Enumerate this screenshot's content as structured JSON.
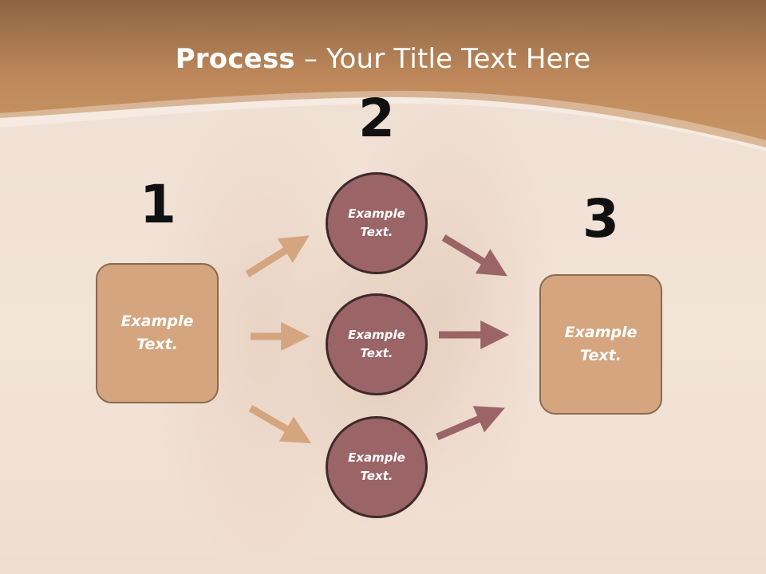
{
  "slide": {
    "title_bold": "Process",
    "title_rest": " – Your Title Text Here"
  },
  "steps": {
    "step1_number": "1",
    "step2_number": "2",
    "step3_number": "3"
  },
  "boxes": {
    "left_label": "Example Text.",
    "right_label": "Example Text."
  },
  "circles": {
    "top_label": "Example Text.",
    "middle_label": "Example Text.",
    "bottom_label": "Example Text."
  },
  "colors": {
    "header": "#c18a5e",
    "box_fill": "#d4a57e",
    "circle_fill": "#9b6466",
    "arrow_left": "#d4a57e",
    "arrow_right": "#9b6466"
  }
}
